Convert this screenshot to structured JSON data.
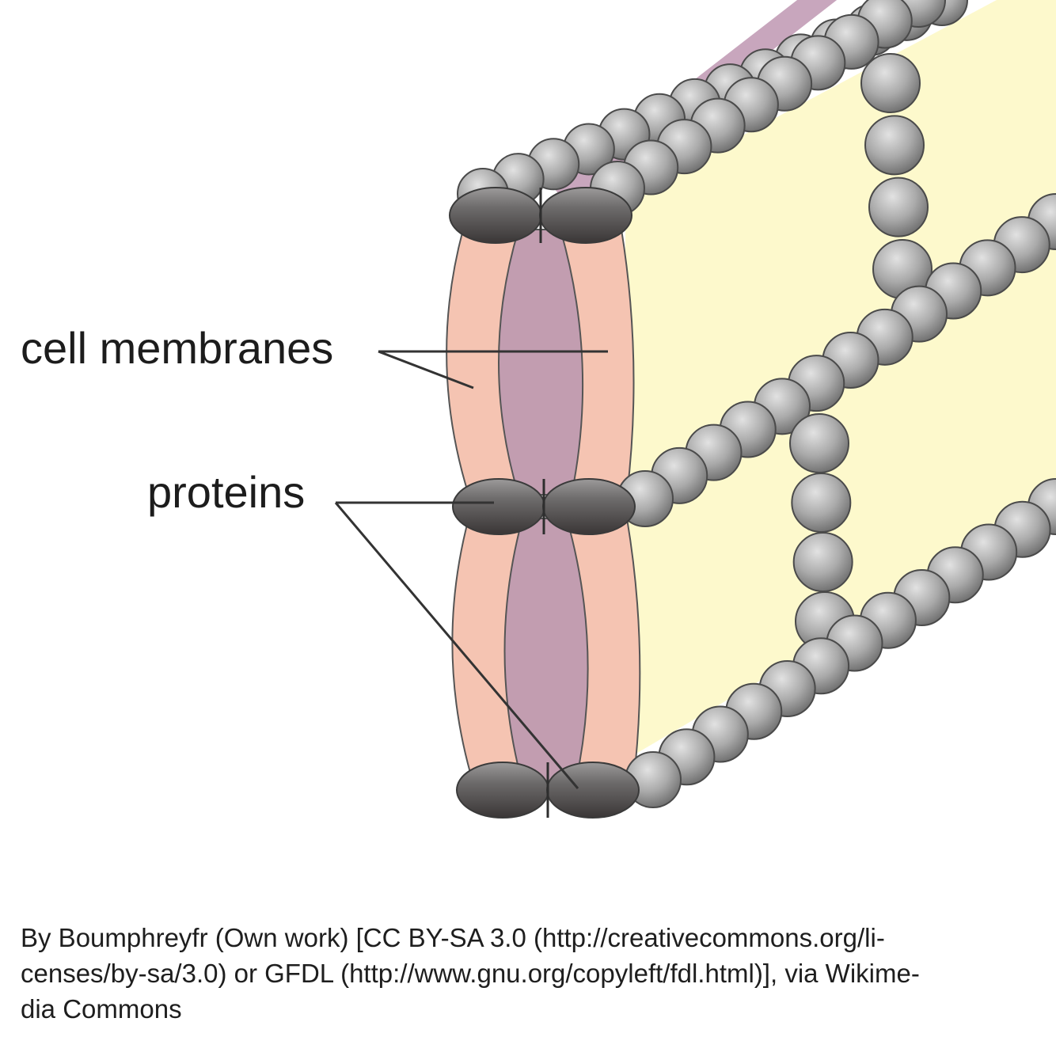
{
  "labels": {
    "cell_membranes": "cell membranes",
    "proteins": "proteins"
  },
  "credit": {
    "lines": [
      "By Boumphreyfr (Own work) [CC BY-SA 3.0 (http://creativecommons.org/li-",
      "censes/by-sa/3.0) or GFDL (http://www.gnu.org/copyleft/fdl.html)], via Wikime-",
      "dia Commons"
    ]
  },
  "colors": {
    "background": "#ffffff",
    "membrane_outer": "#f5c4b2",
    "membrane_inner": "#c29db0",
    "cell_face": "#fdf9cc",
    "bead_gray": "#a9a9a9",
    "protein_dark": "#6f6d6d",
    "pointer_line": "#333333"
  },
  "icons": {
    "bead": "protein-bead-icon",
    "protein": "transmembrane-protein-icon"
  }
}
